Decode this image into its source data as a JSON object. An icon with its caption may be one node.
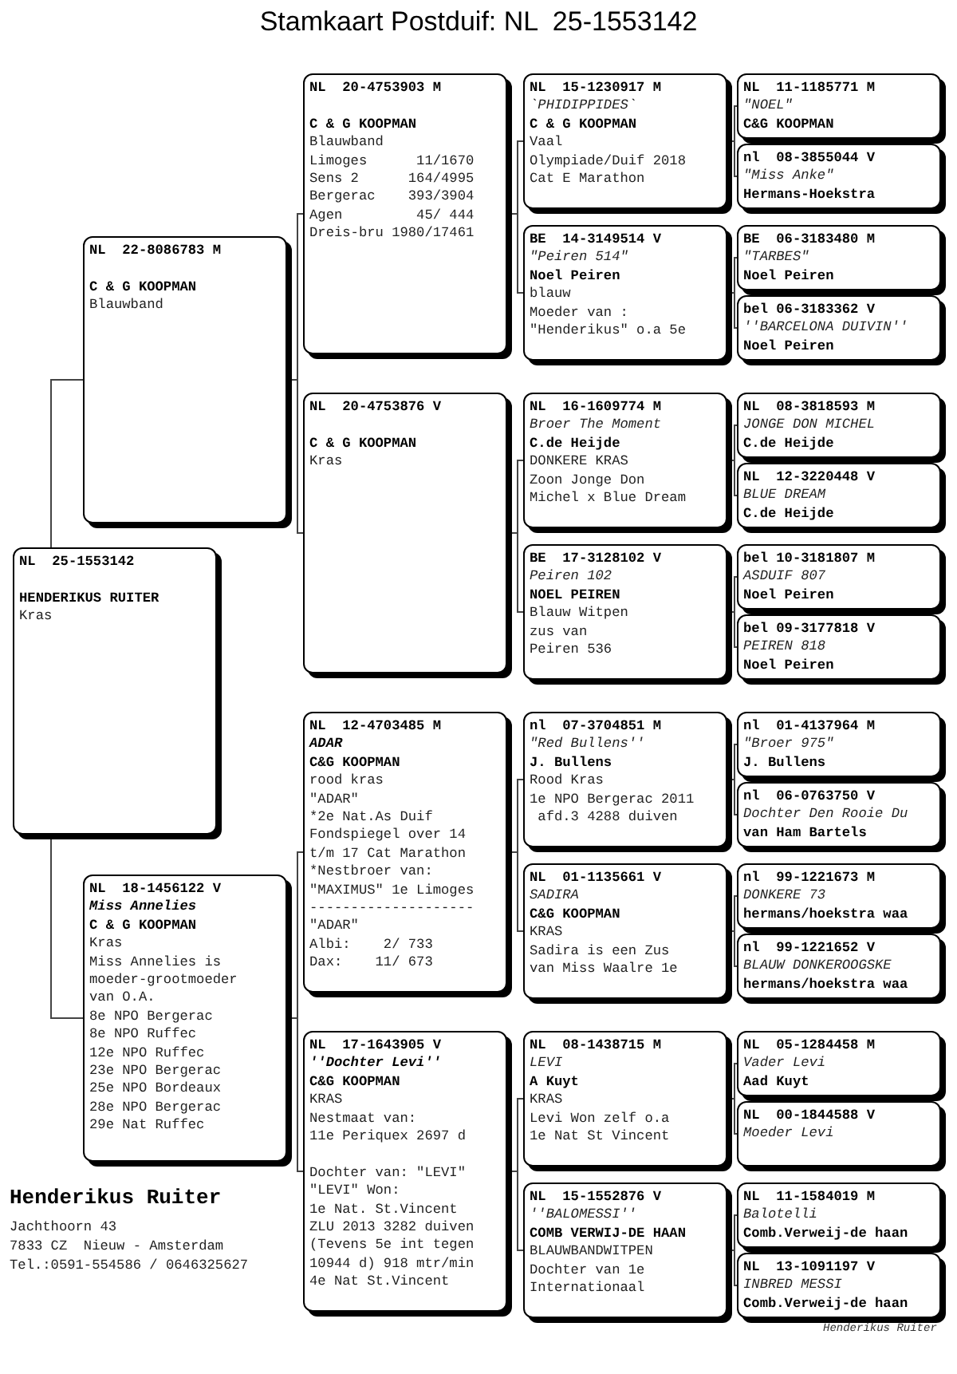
{
  "diagram": {
    "title": "Stamkaart Postduif: NL  25-1553142",
    "nodes": [
      {
        "text": [
          "NL  25-1553142",
          "HENDERIKUS RUITER",
          "Kras"
        ]
      },
      {
        "text": [
          "NL  22-8086783 M",
          "C & G KOOPMAN",
          "Blauwband"
        ]
      },
      {
        "text": [
          "NL  18-1456122 V",
          "Miss Annelies",
          "C & G KOOPMAN",
          "Kras",
          "Miss Annelies is",
          "moeder-grootmoeder",
          "van O.A.",
          "8e NPO Bergerac",
          "8e NPO Ruffec",
          "12e NPO Ruffec",
          "23e NPO Bergerac",
          "25e NPO Bordeaux",
          "28e NPO Bergerac",
          "29e Nat Ruffec"
        ]
      },
      {
        "text": [
          "NL  20-4753903 M",
          "C & G KOOPMAN",
          "Blauwband",
          "Limoges      11/1670",
          "Sens 2      164/4995",
          "Bergerac    393/3904",
          "Agen         45/ 444",
          "Dreis-bru 1980/17461"
        ]
      },
      {
        "text": [
          "NL  20-4753876 V",
          "C & G KOOPMAN",
          "Kras"
        ]
      },
      {
        "text": [
          "NL  12-4703485 M",
          "ADAR",
          "C&G KOOPMAN",
          "rood kras",
          "\"ADAR\"",
          "*2e Nat.As Duif",
          "Fondspiegel over 14",
          "t/m 17 Cat Marathon",
          "*Nestbroer van:",
          "\"MAXIMUS\" 1e Limoges",
          "--------------------",
          "\"ADAR\"",
          "Albi:    2/ 733",
          "Dax:    11/ 673"
        ]
      },
      {
        "text": [
          "NL  17-1643905 V",
          "''Dochter Levi''",
          "C&G KOOPMAN",
          "KRAS",
          "Nestmaat van:",
          "11e Periquex 2697 d",
          "Dochter van: \"LEVI\"",
          "\"LEVI\" Won:",
          "1e Nat. St.Vincent",
          "ZLU 2013 3282 duiven",
          "(Tevens 5e int tegen",
          "10944 d) 918 mtr/min",
          "4e Nat St.Vincent"
        ]
      },
      {
        "text": [
          "NL  15-1230917 M",
          "`PHIDIPPIDES`",
          "C & G KOOPMAN",
          "Vaal",
          "Olympiade/Duif 2018",
          "Cat E Marathon"
        ]
      },
      {
        "text": [
          "BE  14-3149514 V",
          "\"Peiren 514\"",
          "Noel Peiren",
          "blauw",
          "Moeder van :",
          "\"Henderikus\" o.a 5e"
        ]
      },
      {
        "text": [
          "NL  16-1609774 M",
          "Broer *The Moment*",
          "C.de Heijde",
          "DONKERE KRAS",
          "Zoon Jonge Don",
          "Michel x Blue Dream"
        ]
      },
      {
        "text": [
          "BE  17-3128102 V",
          "Peiren 102",
          "NOEL PEIREN",
          "Blauw Witpen",
          "zus van",
          "Peiren 536"
        ]
      },
      {
        "text": [
          "nl  07-3704851 M",
          "\"Red Bullens''",
          "J. Bullens",
          "Rood Kras",
          "1e NPO Bergerac 2011",
          " afd.3 4288 duiven"
        ]
      },
      {
        "text": [
          "NL  01-1135661 V",
          "SADIRA",
          "C&G KOOPMAN",
          "KRAS",
          "Sadira is een Zus",
          "van Miss Waalre 1e"
        ]
      },
      {
        "text": [
          "NL  08-1438715 M",
          "LEVI",
          "A Kuyt",
          "KRAS",
          "Levi Won zelf o.a",
          "1e Nat St Vincent"
        ]
      },
      {
        "text": [
          "NL  15-1552876 V",
          "''BALOMESSI''",
          "COMB VERWIJ-DE HAAN",
          "BLAUWBANDWITPEN",
          "Dochter van 1e",
          "Internationaal"
        ]
      },
      {
        "text": [
          "NL  11-1185771 M",
          "\"NOEL\"",
          "C&G KOOPMAN"
        ]
      },
      {
        "text": [
          "nl  08-3855044 V",
          "\"Miss Anke\"",
          "Hermans-Hoekstra"
        ]
      },
      {
        "text": [
          "BE  06-3183480 M",
          "\"TARBES\"",
          "Noel Peiren"
        ]
      },
      {
        "text": [
          "bel 06-3183362 V",
          "''BARCELONA DUIVIN''",
          "Noel Peiren"
        ]
      },
      {
        "text": [
          "NL  08-3818593 M",
          "JONGE DON MICHEL",
          "C.de Heijde"
        ]
      },
      {
        "text": [
          "NL  12-3220448 V",
          "BLUE DREAM",
          "C.de Heijde"
        ]
      },
      {
        "text": [
          "bel 10-3181807 M",
          "ASDUIF 807",
          "Noel Peiren"
        ]
      },
      {
        "text": [
          "bel 09-3177818 V",
          "PEIREN 818",
          "Noel Peiren"
        ]
      },
      {
        "text": [
          "nl  01-4137964 M",
          "\"Broer 975\"",
          "J. Bullens"
        ]
      },
      {
        "text": [
          "nl  06-0763750 V",
          "Dochter Den Rooie Du",
          "van Ham Bartels"
        ]
      },
      {
        "text": [
          "nl  99-1221673 M",
          "DONKERE 73",
          "hermans/hoekstra waa"
        ]
      },
      {
        "text": [
          "nl  99-1221652 V",
          "BLAUW DONKEROOGSKE",
          "hermans/hoekstra waa"
        ]
      },
      {
        "text": [
          "NL  05-1284458 M",
          "Vader Levi",
          "Aad Kuyt"
        ]
      },
      {
        "text": [
          "NL  00-1844588 V",
          "Moeder Levi"
        ]
      },
      {
        "text": [
          "NL  11-1584019 M",
          "Balotelli",
          "Comb.Verweij-de haan"
        ]
      },
      {
        "text": [
          "NL  13-1091197 V",
          "INBRED MESSI",
          "Comb.Verweij-de haan"
        ]
      }
    ],
    "edges": [
      {
        "from": 0,
        "to": 1,
        "arrow": "none"
      },
      {
        "from": 0,
        "to": 2,
        "arrow": "none"
      },
      {
        "from": 1,
        "to": 3,
        "arrow": "none"
      },
      {
        "from": 1,
        "to": 4,
        "arrow": "none"
      },
      {
        "from": 2,
        "to": 5,
        "arrow": "none"
      },
      {
        "from": 2,
        "to": 6,
        "arrow": "none"
      },
      {
        "from": 3,
        "to": 7,
        "arrow": "none"
      },
      {
        "from": 3,
        "to": 8,
        "arrow": "none"
      },
      {
        "from": 4,
        "to": 9,
        "arrow": "none"
      },
      {
        "from": 4,
        "to": 10,
        "arrow": "none"
      },
      {
        "from": 5,
        "to": 11,
        "arrow": "none"
      },
      {
        "from": 5,
        "to": 12,
        "arrow": "none"
      },
      {
        "from": 6,
        "to": 13,
        "arrow": "none"
      },
      {
        "from": 6,
        "to": 14,
        "arrow": "none"
      },
      {
        "from": 7,
        "to": 15,
        "arrow": "none"
      },
      {
        "from": 7,
        "to": 16,
        "arrow": "none"
      },
      {
        "from": 8,
        "to": 17,
        "arrow": "none"
      },
      {
        "from": 8,
        "to": 18,
        "arrow": "none"
      },
      {
        "from": 9,
        "to": 19,
        "arrow": "none"
      },
      {
        "from": 9,
        "to": 20,
        "arrow": "none"
      },
      {
        "from": 10,
        "to": 21,
        "arrow": "none"
      },
      {
        "from": 10,
        "to": 22,
        "arrow": "none"
      },
      {
        "from": 11,
        "to": 23,
        "arrow": "none"
      },
      {
        "from": 11,
        "to": 24,
        "arrow": "none"
      },
      {
        "from": 12,
        "to": 25,
        "arrow": "none"
      },
      {
        "from": 12,
        "to": 26,
        "arrow": "none"
      },
      {
        "from": 13,
        "to": 27,
        "arrow": "none"
      },
      {
        "from": 13,
        "to": 28,
        "arrow": "none"
      },
      {
        "from": 14,
        "to": 29,
        "arrow": "none"
      },
      {
        "from": 14,
        "to": 30,
        "arrow": "none"
      }
    ],
    "labels": [
      "Henderikus Ruiter",
      "Jachthoorn 43",
      "7833 CZ  Nieuw - Amsterdam",
      "Tel.:0591-554586 / 0646325627",
      "Henderikus Ruiter"
    ]
  }
}
